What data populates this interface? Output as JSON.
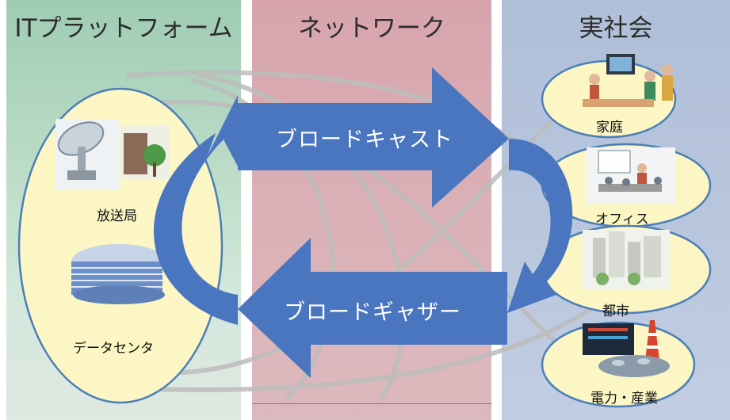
{
  "columns": {
    "it_platform": "ITプラットフォーム",
    "network": "ネットワーク",
    "real_society": "実社会"
  },
  "arrows": {
    "broadcast": "ブロードキャスト",
    "broadgather": "ブロードギャザー"
  },
  "it_items": {
    "broadcast_station": "放送局",
    "data_center": "データセンタ"
  },
  "society_items": {
    "home": "家庭",
    "office": "オフィス",
    "city": "都市",
    "power_industry": "電力・産業"
  },
  "colors": {
    "arrow_blue": "#4a76c0",
    "ellipse_fill": "#fbf6c4",
    "ellipse_stroke": "#4a7fb8",
    "it_column": "#b8dac4",
    "network_column": "#dab0b6",
    "society_column": "#b8c6dd"
  }
}
